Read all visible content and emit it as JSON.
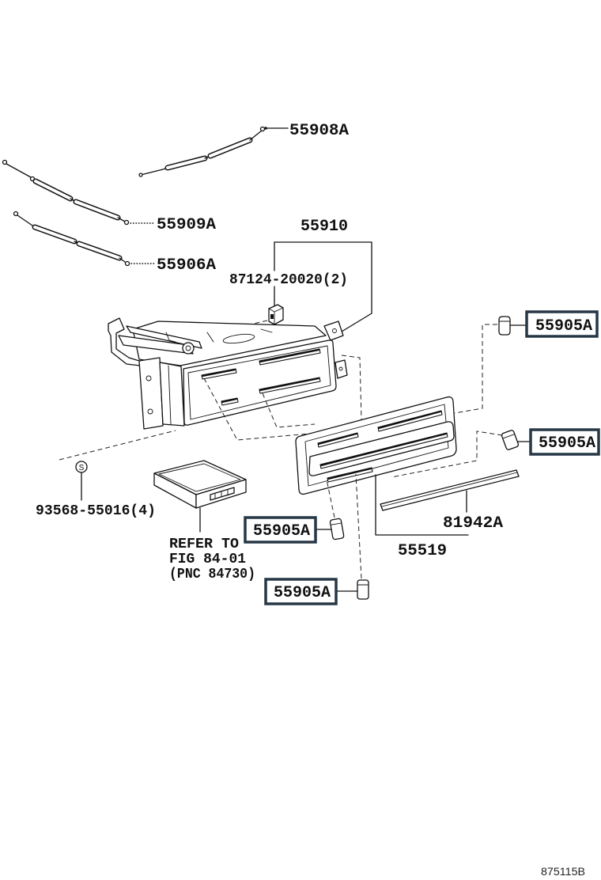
{
  "diagram": {
    "callouts": {
      "cable_top": "55908A",
      "cable_middle": "55909A",
      "cable_bottom": "55906A",
      "control_assembly": "55910",
      "clip": "87124-20020(2)",
      "screw": "93568-55016(4)",
      "ornament_strip": "81942A",
      "control_panel": "55519"
    },
    "highlighted_knob_callouts": [
      "55905A",
      "55905A",
      "55905A",
      "55905A"
    ],
    "reference_note": [
      "REFER TO",
      "FIG 84-01",
      "(PNC 84730)"
    ],
    "screw_symbol": "S",
    "figure_code": "875115B"
  },
  "colors": {
    "line": "#111111",
    "highlight_box": "#263746",
    "background": "#ffffff"
  }
}
